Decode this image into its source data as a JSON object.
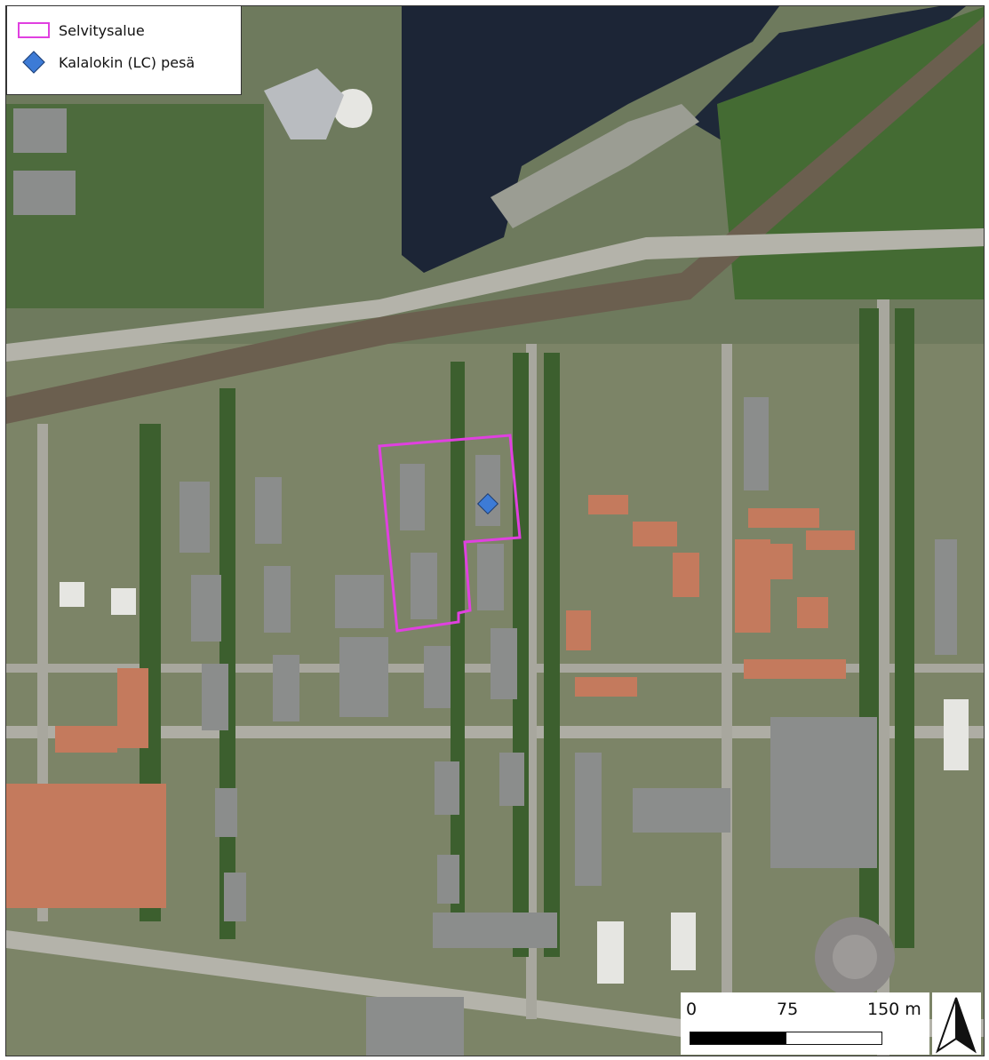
{
  "legend": {
    "items": [
      {
        "label": "Selvitysalue",
        "symbol": "study-area-outline",
        "color": "#e040e0"
      },
      {
        "label": "Kalalokin (LC) pesä",
        "symbol": "nest-diamond",
        "color": "#3d7bd6"
      }
    ]
  },
  "scale_bar": {
    "labels": [
      "0",
      "75",
      "150 m"
    ]
  },
  "north_arrow": {
    "icon": "north-arrow-icon"
  },
  "colors": {
    "study_area": "#e040e0",
    "nest_marker": "#3d7bd6",
    "water": "#1b2433",
    "vegetation": "#3f6a34",
    "road": "#a9a9a0"
  }
}
